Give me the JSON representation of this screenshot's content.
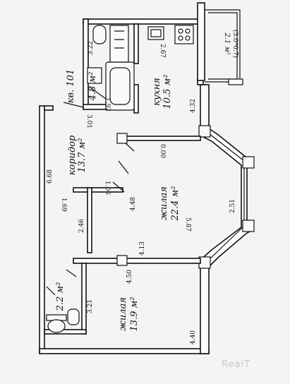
{
  "plan": {
    "apartment_label": "кв. 101",
    "rooms": {
      "bathroom": {
        "name": "4.8 м²"
      },
      "kitchen": {
        "name": "кухня",
        "area": "10.5 м²"
      },
      "balcony": {
        "area": "2.1 м²",
        "dims": "(3.0*0.7)"
      },
      "corridor": {
        "name": "коридор",
        "area": "13.7 м²"
      },
      "living_big": {
        "name": "жилая",
        "area": "22.4 м²"
      },
      "wc": {
        "area": "2.2 м²"
      },
      "living_small": {
        "name": "жилая",
        "area": "13.9 м²"
      }
    },
    "dimensions": {
      "d322": "3.22",
      "d267": "2.67",
      "d432": "4.32",
      "d192": "1.92",
      "d301": "3.01",
      "d668": "6.68",
      "d000": "0.00",
      "d169": "1.69",
      "d106": "1.06",
      "d448": "4.48",
      "d251": "2.51",
      "d587": "5.87",
      "d246": "2.46",
      "d413": "4.13",
      "d450": "4.50",
      "d321": "3.21",
      "d440": "4.40"
    },
    "watermark": "RealT"
  }
}
